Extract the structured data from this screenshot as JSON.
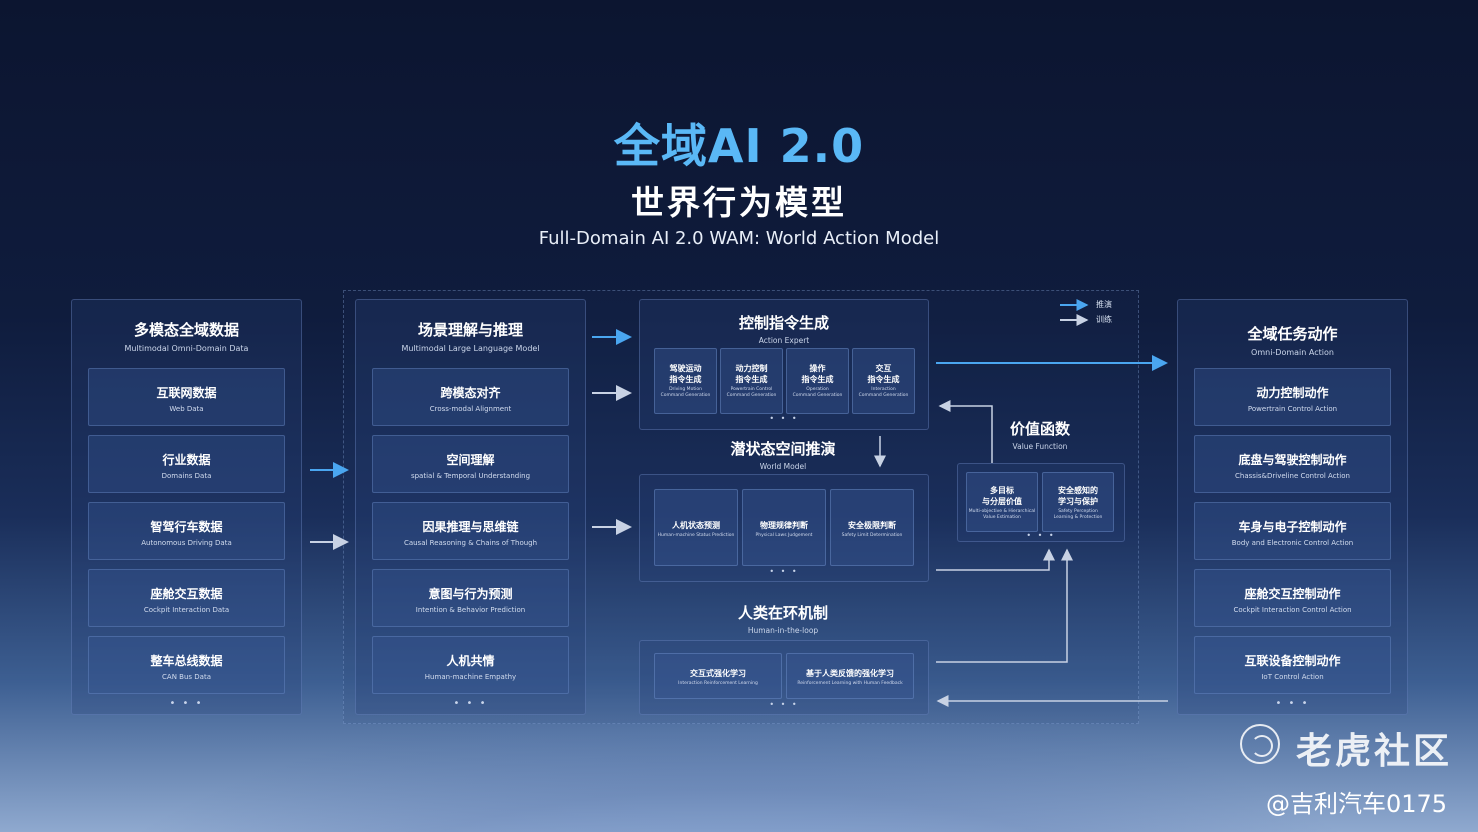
{
  "header": {
    "title_main": "全域AI 2.0",
    "title_sub": "世界行为模型",
    "title_en": "Full-Domain AI 2.0  WAM: World Action Model"
  },
  "left_panel": {
    "title": "多模态全域数据",
    "subtitle": "Multimodal Omni-Domain Data",
    "items": [
      {
        "cn": "互联网数据",
        "en": "Web Data"
      },
      {
        "cn": "行业数据",
        "en": "Domains Data"
      },
      {
        "cn": "智驾行车数据",
        "en": "Autonomous Driving Data"
      },
      {
        "cn": "座舱交互数据",
        "en": "Cockpit Interaction Data"
      },
      {
        "cn": "整车总线数据",
        "en": "CAN Bus Data"
      }
    ],
    "more": "• • •"
  },
  "mid_panel": {
    "title": "场景理解与推理",
    "subtitle": "Multimodal Large Language Model",
    "items": [
      {
        "cn": "跨模态对齐",
        "en": "Cross-modal Alignment"
      },
      {
        "cn": "空间理解",
        "en": "spatial & Temporal Understanding"
      },
      {
        "cn": "因果推理与思维链",
        "en": "Causal Reasoning & Chains of Though"
      },
      {
        "cn": "意图与行为预测",
        "en": "Intention & Behavior Prediction"
      },
      {
        "cn": "人机共情",
        "en": "Human-machine Empathy"
      }
    ],
    "more": "• • •"
  },
  "action_expert": {
    "title": "控制指令生成",
    "subtitle": "Action Expert",
    "items": [
      {
        "cn": "驾驶运动\n指令生成",
        "en": "Driving Motion\nCommand Generation"
      },
      {
        "cn": "动力控制\n指令生成",
        "en": "Powertrain  Control\nCommand Generation"
      },
      {
        "cn": "操作\n指令生成",
        "en": "Operation\nCommand Generation"
      },
      {
        "cn": "交互\n指令生成",
        "en": "Interaction\nCommand Generation"
      }
    ],
    "more": "• • •"
  },
  "world_model": {
    "title": "潜状态空间推演",
    "subtitle": "World Model",
    "items": [
      {
        "cn": "人机状态预测",
        "en": "Human-machine Status Prediction"
      },
      {
        "cn": "物理规律判断",
        "en": "Physical Laws Judgement"
      },
      {
        "cn": "安全极限判断",
        "en": "Safety Limit Determination"
      }
    ],
    "more": "• • •"
  },
  "human_loop": {
    "title": "人类在环机制",
    "subtitle": "Human-in-the-loop",
    "items": [
      {
        "cn": "交互式强化学习",
        "en": "Interaction Reinforcement Learning"
      },
      {
        "cn": "基于人类反馈的强化学习",
        "en": "Reinforcement Learning with Human Feedback"
      }
    ],
    "more": "• • •"
  },
  "value_function": {
    "title": "价值函数",
    "subtitle": "Value Function",
    "items": [
      {
        "cn": "多目标\n与分层价值",
        "en": "Multi-objective & Hierarchical\nValue Estimation"
      },
      {
        "cn": "安全感知的\n学习与保护",
        "en": "Safety Perception\nLearning & Protection"
      }
    ],
    "more": "• • •"
  },
  "right_panel": {
    "title": "全域任务动作",
    "subtitle": "Omni-Domain Action",
    "items": [
      {
        "cn": "动力控制动作",
        "en": "Powertrain Control Action"
      },
      {
        "cn": "底盘与驾驶控制动作",
        "en": "Chassis&Driveline Control Action"
      },
      {
        "cn": "车身与电子控制动作",
        "en": "Body and Electronic Control Action"
      },
      {
        "cn": "座舱交互控制动作",
        "en": "Cockpit Interaction Control Action"
      },
      {
        "cn": "互联设备控制动作",
        "en": "IoT Control Action"
      }
    ],
    "more": "• • •"
  },
  "legend": {
    "infer_label": "推演",
    "train_label": "训练",
    "infer_color": "#4aa6f0",
    "train_color": "#c8d2e4"
  },
  "watermark": {
    "name": "老虎社区",
    "handle": "@吉利汽车0175"
  }
}
